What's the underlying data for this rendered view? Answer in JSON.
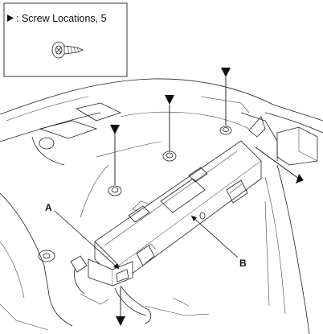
{
  "legend": {
    "symbol": "►",
    "text": ": Screw Locations, 5",
    "icon": "screw-icon"
  },
  "callouts": {
    "a": "A",
    "b": "B"
  },
  "screw_markers_count": 5,
  "colors": {
    "line": "#222222",
    "background": "#ffffff"
  }
}
